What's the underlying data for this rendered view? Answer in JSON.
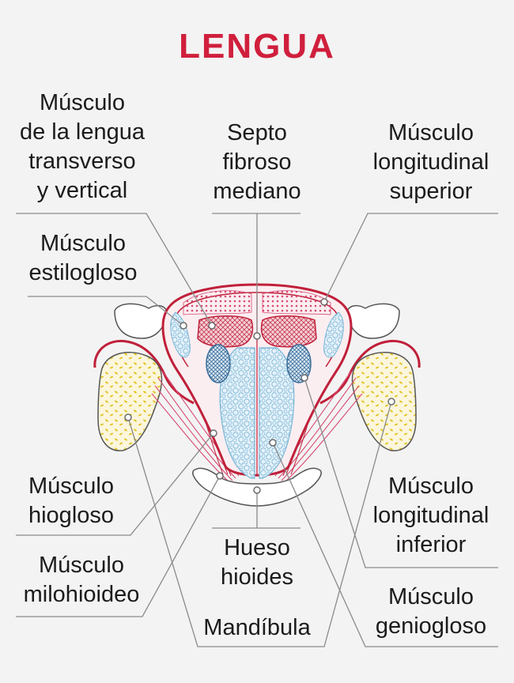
{
  "title": "LENGUA",
  "colors": {
    "title": "#d01f3c",
    "outline": "#c0203a",
    "muscle_fill": "#f2c9d4",
    "genioglossus_fill": "#cfe6f3",
    "genioglossus_stroke": "#7ab6d6",
    "longitudinal_inferior": "#3a6d9a",
    "bone_fill": "#fbf6dc",
    "bone_dots": "#e2c326",
    "leader_line": "#8a8a8a"
  },
  "labels": {
    "transverse_vertical": [
      "Músculo",
      "de la lengua",
      "transverso",
      "y vertical"
    ],
    "septum": [
      "Septo",
      "fibroso",
      "mediano"
    ],
    "longitudinal_superior": [
      "Músculo",
      "longitudinal",
      "superior"
    ],
    "styloglossus": [
      "Músculo",
      "estilogloso"
    ],
    "hyoglossus": [
      "Músculo",
      "hiogloso"
    ],
    "mylohyoid": [
      "Músculo",
      "milohioideo"
    ],
    "hyoid": [
      "Hueso",
      "hioides"
    ],
    "mandible": [
      "Mandíbula"
    ],
    "longitudinal_inferior": [
      "Músculo",
      "longitudinal",
      "inferior"
    ],
    "genioglossus": [
      "Músculo",
      "geniogloso"
    ]
  }
}
